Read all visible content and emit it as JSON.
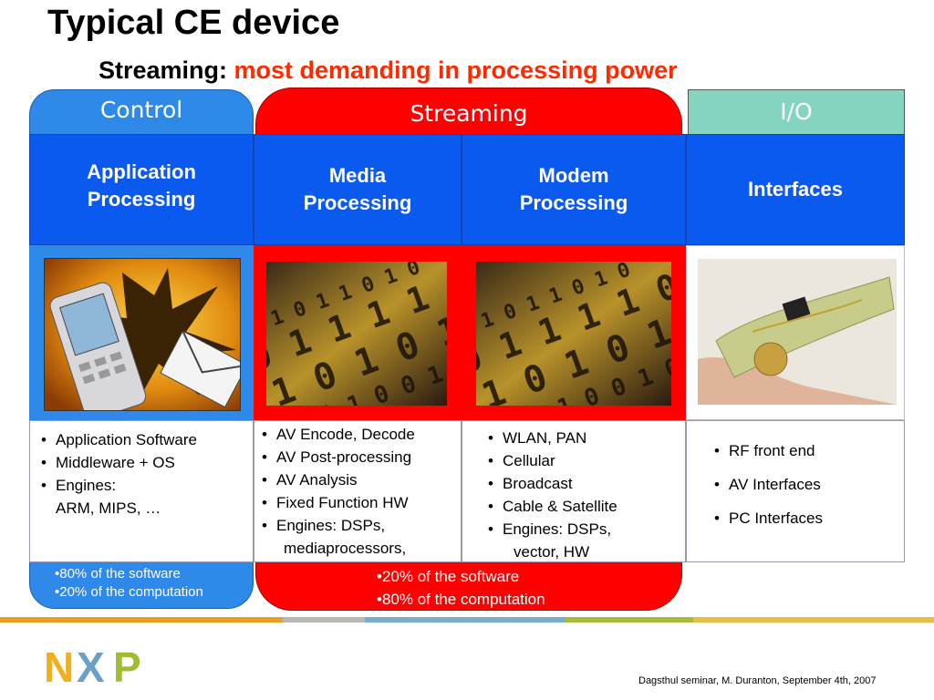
{
  "slide": {
    "title": "Typical CE device",
    "subtitle_prefix": "Streaming: ",
    "subtitle_highlight": "most demanding in processing power"
  },
  "groups": {
    "control": "Control",
    "streaming": "Streaming",
    "io": "I/O"
  },
  "columns": [
    {
      "heading": "Application Processing",
      "image": "mobile-phone-email-illustration",
      "bullets": [
        "Application Software",
        "Middleware + OS",
        "Engines:"
      ],
      "continuation": "ARM, MIPS, …"
    },
    {
      "heading": "Media Processing",
      "image": "binary-digits-image",
      "bullets": [
        "AV Encode, Decode",
        "AV Post-processing",
        "AV Analysis",
        "Fixed Function HW",
        "Engines: DSPs,"
      ],
      "continuation": "mediaprocessors,"
    },
    {
      "heading": "Modem Processing",
      "image": "binary-digits-image",
      "bullets": [
        "WLAN, PAN",
        "Cellular",
        "Broadcast",
        "Cable & Satellite",
        "Engines: DSPs,"
      ],
      "continuation": "vector, HW"
    },
    {
      "heading": "Interfaces",
      "image": "flexible-chip-on-finger-photo",
      "bullets": [
        "RF front end",
        "AV Interfaces",
        "PC Interfaces"
      ],
      "continuation": ""
    }
  ],
  "stats": {
    "control": [
      "•80% of the software",
      "•20% of the computation"
    ],
    "streaming": [
      "•20% of the software",
      "•80% of the computation"
    ]
  },
  "footer": {
    "credit": "Dagsthul seminar, M. Duranton, September 4th, 2007",
    "logo": "NXP"
  },
  "colors": {
    "control": "#2f89e8",
    "streaming": "#ff0000",
    "io": "#84d4c0",
    "heading": "#0a5af0",
    "highlight": "#ff2a00"
  }
}
